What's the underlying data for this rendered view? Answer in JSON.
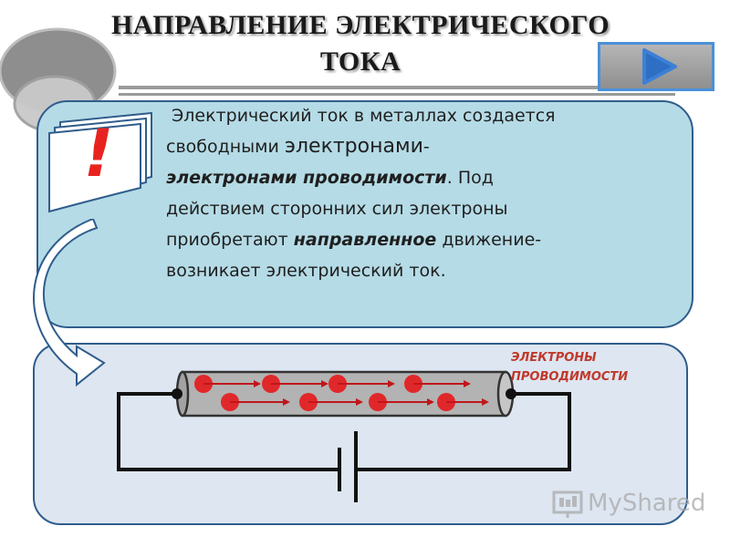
{
  "title": {
    "line1": "НАПРАВЛЕНИЕ ЭЛЕКТРИЧЕСКОГО",
    "line2": "ТОКА"
  },
  "body_text": {
    "line1": "Электрический ток в металлах создается",
    "line2_a": "свободными ",
    "line2_b": "электронами",
    "line2_c": "-",
    "line3_a": "электронами проводимости",
    "line3_b": ". Под",
    "line4": "действием сторонних сил электроны",
    "line5_a": "приобретают ",
    "line5_b": "направленное",
    "line5_c": " движение-",
    "line6": "возникает электрический ток."
  },
  "note_mark": "!",
  "diagram": {
    "label_line1": "ЭЛЕКТРОНЫ",
    "label_line2": "ПРОВОДИМОСТИ"
  },
  "watermark": {
    "text": "MyShared"
  },
  "icons": {
    "nav": "play-triangle-icon",
    "note": "exclamation-card-icon",
    "arrow": "curved-arrow-icon"
  },
  "colors": {
    "panel_top": "#b5dbe6",
    "panel_bottom": "#dde6f1",
    "panel_border": "#2f5d8c",
    "electron": "#e0282a",
    "nav_border": "#4a90d9",
    "label": "#c0392b"
  }
}
